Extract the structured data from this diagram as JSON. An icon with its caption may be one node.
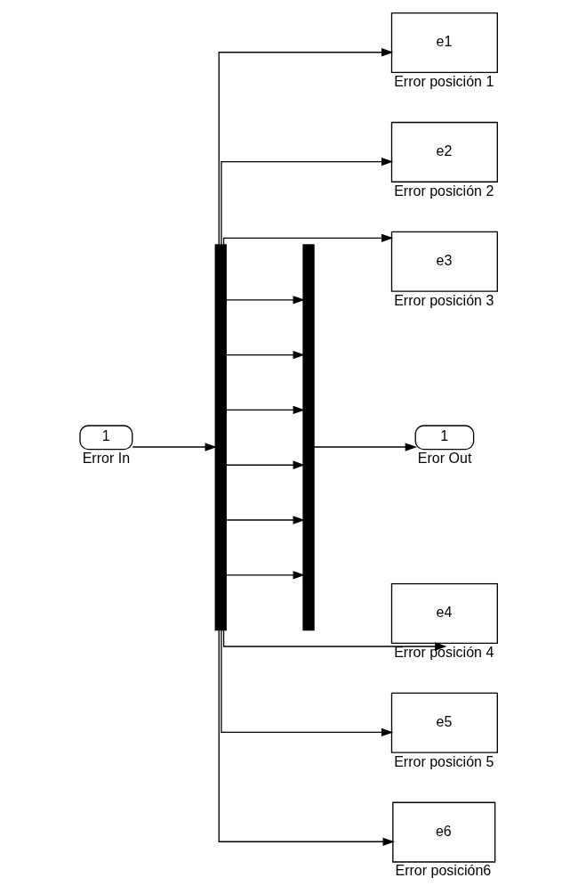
{
  "diagram": {
    "nodes": [
      {
        "text": [
          "1"
        ],
        "beside": [
          "Error In"
        ]
      },
      {
        "text": [],
        "shape": "bar"
      },
      {
        "text": [],
        "shape": "bar"
      },
      {
        "text": [
          "1"
        ],
        "beside": [
          "Eror Out"
        ]
      },
      {
        "text": [
          "e1"
        ],
        "beside": [
          "Error posición 1"
        ]
      },
      {
        "text": [
          "e2"
        ],
        "beside": [
          "Error posición 2"
        ]
      },
      {
        "text": [
          "e3"
        ],
        "beside": [
          "Error posición 3"
        ]
      },
      {
        "text": [
          "e4"
        ],
        "beside": [
          "Error posición 4"
        ]
      },
      {
        "text": [
          "e5"
        ],
        "beside": [
          "Error posición 5"
        ]
      },
      {
        "text": [
          "e6"
        ],
        "beside": [
          "Error posición6"
        ]
      }
    ],
    "edges": [
      {
        "from": 0,
        "to": 1,
        "arrow": "to"
      },
      {
        "from": 1,
        "to": 2,
        "arrow": "to"
      },
      {
        "from": 1,
        "to": 2,
        "arrow": "to"
      },
      {
        "from": 1,
        "to": 2,
        "arrow": "to"
      },
      {
        "from": 1,
        "to": 2,
        "arrow": "to"
      },
      {
        "from": 1,
        "to": 2,
        "arrow": "to"
      },
      {
        "from": 1,
        "to": 2,
        "arrow": "to"
      },
      {
        "from": 1,
        "to": 4,
        "arrow": "to"
      },
      {
        "from": 1,
        "to": 5,
        "arrow": "to"
      },
      {
        "from": 1,
        "to": 6,
        "arrow": "to"
      },
      {
        "from": 1,
        "to": 7,
        "arrow": "to"
      },
      {
        "from": 1,
        "to": 8,
        "arrow": "to"
      },
      {
        "from": 1,
        "to": 9,
        "arrow": "to"
      },
      {
        "from": 2,
        "to": 3,
        "arrow": "to"
      }
    ]
  }
}
